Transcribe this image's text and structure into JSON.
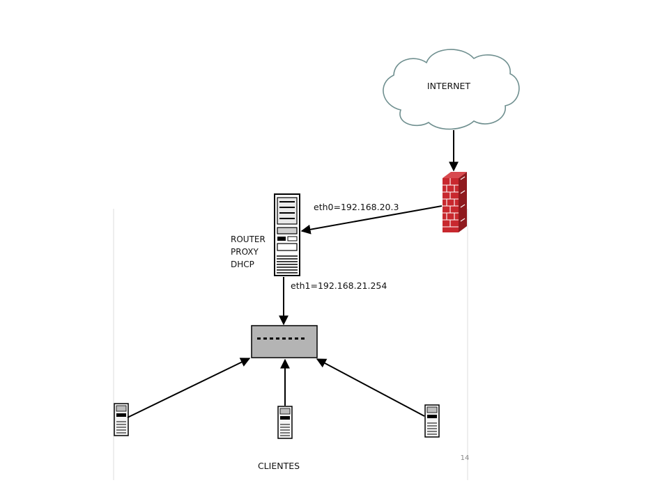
{
  "diagram": {
    "cloud_label": "INTERNET",
    "router_roles": [
      "ROUTER",
      "PROXY",
      "DHCP"
    ],
    "eth0_label": "eth0=192.168.20.3",
    "eth1_label": "eth1=192.168.21.254",
    "clients_label": "CLIENTES",
    "page_number": "14"
  },
  "colors": {
    "firewall_brick": "#c8282e",
    "switch_fill": "#b4b4b4",
    "cloud_stroke": "#6f8f8f",
    "arrow": "#000000",
    "page_number_text": "#888888"
  }
}
